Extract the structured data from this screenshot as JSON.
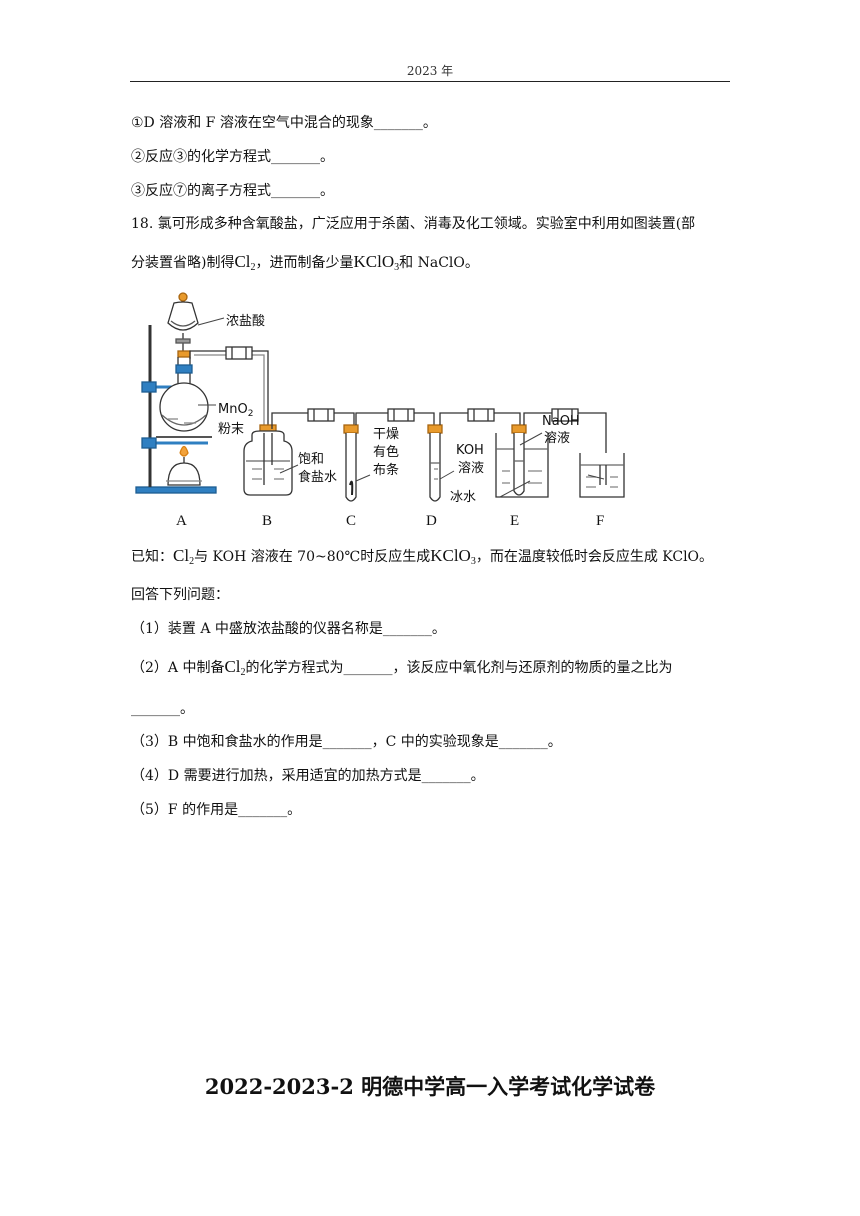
{
  "header": {
    "year": "2023 年"
  },
  "lines": {
    "q17_1": "①D 溶液和 F 溶液在空气中混合的现象_______。",
    "q17_2": "②反应③的化学方程式_______。",
    "q17_3": "③反应⑦的离子方程式_______。",
    "q18_intro_a": "18. 氯可形成多种含氧酸盐，广泛应用于杀菌、消毒及化工领域。实验室中利用如图装置(部",
    "q18_intro_b_1": "分装置省略)制得",
    "q18_intro_b_2": "，进而制备少量",
    "q18_intro_b_3": "和 NaClO。",
    "known_1": "已知：",
    "known_2": "与 KOH 溶液在 70~80℃时反应生成",
    "known_3": "，而在温度较低时会反应生成 KClO。",
    "answer_prompt": "回答下列问题：",
    "sub1": "（1）装置 A 中盛放浓盐酸的仪器名称是_______。",
    "sub2_1": "（2）A 中制备",
    "sub2_2": "的化学方程式为_______，该反应中氧化剂与还原剂的物质的量之比为",
    "sub2_3": "_______。",
    "sub3": "（3）B 中饱和食盐水的作用是_______，C 中的实验现象是_______。",
    "sub4": "（4）D 需要进行加热，采用适宜的加热方式是_______。",
    "sub5": "（5）F 的作用是_______。"
  },
  "formula": {
    "cl": "Cl",
    "cl_sub": "2",
    "kclo": "KClO",
    "kclo_sub": "3"
  },
  "diagram": {
    "label_hcl": "浓盐酸",
    "label_mno2": "MnO",
    "label_mno2_sub": "2",
    "label_powder": "粉末",
    "label_brine_1": "饱和",
    "label_brine_2": "食盐水",
    "label_dry_1": "干燥",
    "label_dry_2": "有色",
    "label_dry_3": "布条",
    "label_koh_1": "KOH",
    "label_koh_2": "溶液",
    "label_ice": "冰水",
    "label_naoh_1": "NaOH",
    "label_naoh_2": "溶液",
    "letters": [
      "A",
      "B",
      "C",
      "D",
      "E",
      "F"
    ]
  },
  "footer": {
    "title": "2022-2023-2  明德中学高一入学考试化学试卷"
  }
}
